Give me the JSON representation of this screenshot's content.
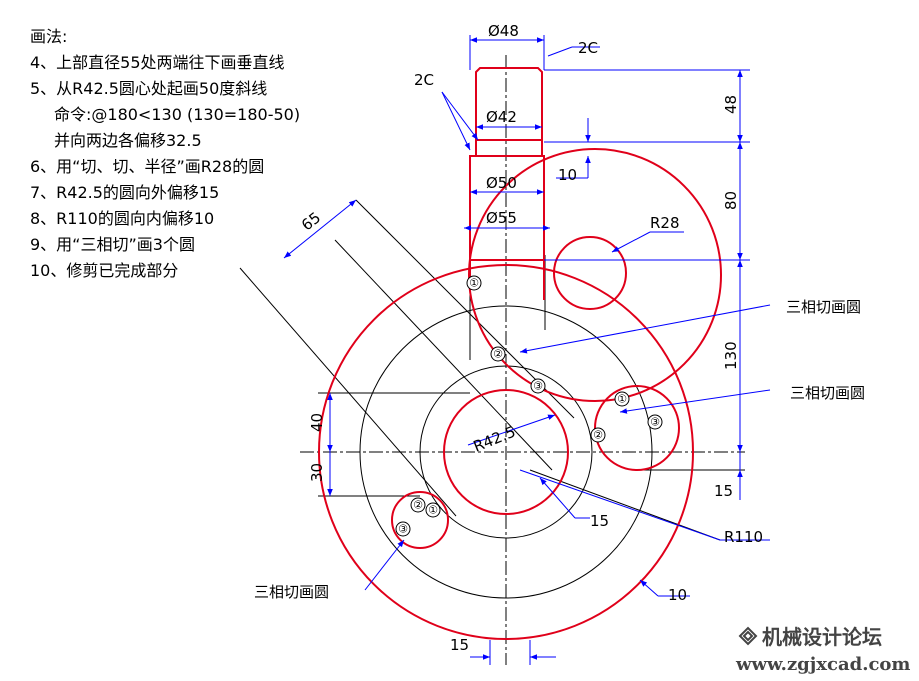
{
  "steps": {
    "title": "画法:",
    "items": [
      "4、上部直径55处两端往下画垂直线",
      "5、从R42.5圆心处起画50度斜线",
      "命令:@180<130 (130=180-50)",
      "并向两边各偏移32.5",
      "6、用“切、切、半径”画R28的圆",
      "7、R42.5的圆向外偏移15",
      "8、R110的圆向内偏移10",
      "9、用“三相切”画3个圆",
      "10、修剪已完成部分"
    ]
  },
  "dims": {
    "d48": "Ø48",
    "d42": "Ø42",
    "d50": "Ø50",
    "d55": "Ø55",
    "c2_right": "2C",
    "c2_left": "2C",
    "v48": "48",
    "v80": "80",
    "v130": "130",
    "v10": "10",
    "v15_right": "15",
    "r28": "R28",
    "r42": "R42.5",
    "r110": "R110",
    "d15_center": "15",
    "d10_outer": "10",
    "d15_bottom": "15",
    "d65": "65",
    "v40": "40",
    "v30": "30"
  },
  "callouts": {
    "tangent1": "三相切画圆",
    "tangent2": "三相切画圆",
    "tangent3": "三相切画圆"
  },
  "markers": [
    "①",
    "②",
    "③"
  ],
  "watermark": {
    "name": "机械设计论坛",
    "url": "www.zgjxcad.com"
  },
  "colors": {
    "outline": "#e0001a",
    "dimension": "#0000ff",
    "line": "#000000"
  }
}
